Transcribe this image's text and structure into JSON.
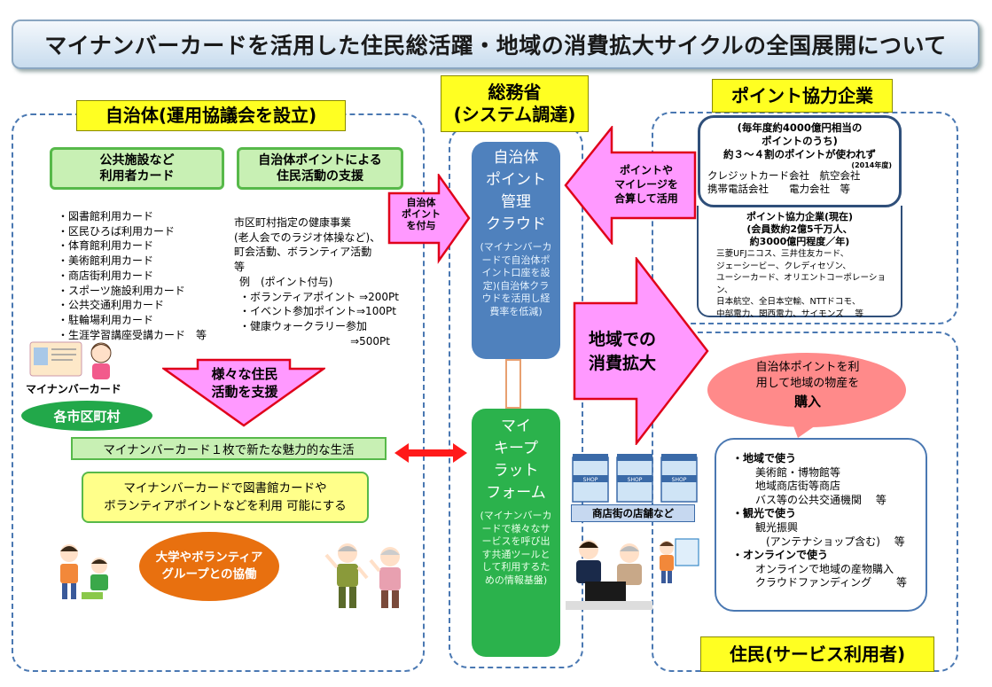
{
  "title": "マイナンバーカードを活用した住民総活躍・地域の消費拡大サイクルの全国展開について",
  "somusho_label": [
    "総務省",
    "(システム調達)"
  ],
  "point_company_label": "ポイント協力企業",
  "jichitai_label": "自治体(運用協議会を設立)",
  "residents_label": "住民(サービス利用者)",
  "kokyo_box": [
    "公共施設など",
    "利用者カード"
  ],
  "jichitai_point_box": [
    "自治体ポイントによる",
    "住民活動の支援"
  ],
  "card_list": [
    "・図書館利用カード",
    "・区民ひろば利用カード",
    "・体育館利用カード",
    "・美術館利用カード",
    "・商店街利用カード",
    "・スポーツ施設利用カード",
    "・公共交通利用カード",
    "・駐輪場利用カード",
    "・生涯学習講座受講カード　等"
  ],
  "health_text": [
    "市区町村指定の健康事業",
    "(老人会でのラジオ体操など)、",
    "町会活動、ボランティア活動",
    "等",
    "例　(ポイント付与)",
    "・ボランティアポイント ⇒200Pt",
    "・イベント参加ポイント⇒100Pt",
    "・健康ウォークラリー参加",
    "⇒500Pt"
  ],
  "jichitai_point_fuyo": [
    "自治体",
    "ポイント",
    "を付与"
  ],
  "cloud": {
    "title": [
      "自治体",
      "ポイント",
      "管理",
      "クラウド"
    ],
    "sub": "(マイナンバーカードで自治体ポイント口座を設定)(自治体クラウドを活用し経費率を低減)"
  },
  "keep": {
    "title": [
      "マイ",
      "キープ",
      "ラット",
      "フォーム"
    ],
    "sub": "(マイナンバーカードで様々なサービスを呼び出す共通ツールとして利用するための情報基盤)"
  },
  "point_mileage_arrow": [
    "ポイントや",
    "マイレージを",
    "合算して活用"
  ],
  "company_panel": {
    "lines": [
      "(毎年度約4000億円相当の",
      "ポイントのうち)",
      "約３～４割のポイントが使われず"
    ],
    "year_note": "(2014年度)",
    "companies1": [
      "クレジットカード会社　航空会社",
      "携帯電話会社　　電力会社　等"
    ]
  },
  "company_current": {
    "head": [
      "ポイント協力企業(現在)",
      "(会員数約2億5千万人、",
      "約3000億円程度／年)"
    ],
    "list": [
      "三菱UFJニコス、三井住友カード、",
      "ジェーシービー、クレディセゾン、",
      "ユーシーカード、オリエントコーポレーション、",
      "日本航空、全日本空輸、NTTドコモ、",
      "中部電力、関西電力、サイモンズ　 等"
    ]
  },
  "local_consumption": [
    "地域での",
    "消費拡大"
  ],
  "various_activities": [
    "様々な住民",
    "活動を支援"
  ],
  "mynumber_card_caption": "マイナンバーカード",
  "municipality": "各市区町村",
  "one_card": "マイナンバーカード１枚で新たな魅力的な生活",
  "library_box": [
    "マイナンバーカードで図書館カードや",
    "ボランティアポイントなどを利用 可能にする"
  ],
  "univ_box": [
    "大学やボランティア",
    "グループとの協働"
  ],
  "shops_caption": "商店街の店舗など",
  "shop_sign": "SHOP",
  "purchase_bubble": [
    "自治体ポイントを利",
    "用して地域の物産を",
    "購入"
  ],
  "uses": {
    "local": {
      "head": "・地域で使う",
      "items": [
        "美術館・博物館等",
        "地域商店街等商店",
        "バス等の公共交通機関　  等"
      ]
    },
    "tourism": {
      "head": "・観光で使う",
      "items": [
        "観光振興",
        "(アンテナショップ含む)　  等"
      ]
    },
    "online": {
      "head": "・オンラインで使う",
      "items": [
        "オンラインで地域の産物購入",
        "クラウドファンディング　　  等"
      ]
    }
  },
  "colors": {
    "yellow": "#ffff22",
    "pink": "#ff99ff",
    "red": "#ff1a1a",
    "blue": "#4f81bd",
    "green": "#2bb24c",
    "orange": "#e8700f"
  }
}
